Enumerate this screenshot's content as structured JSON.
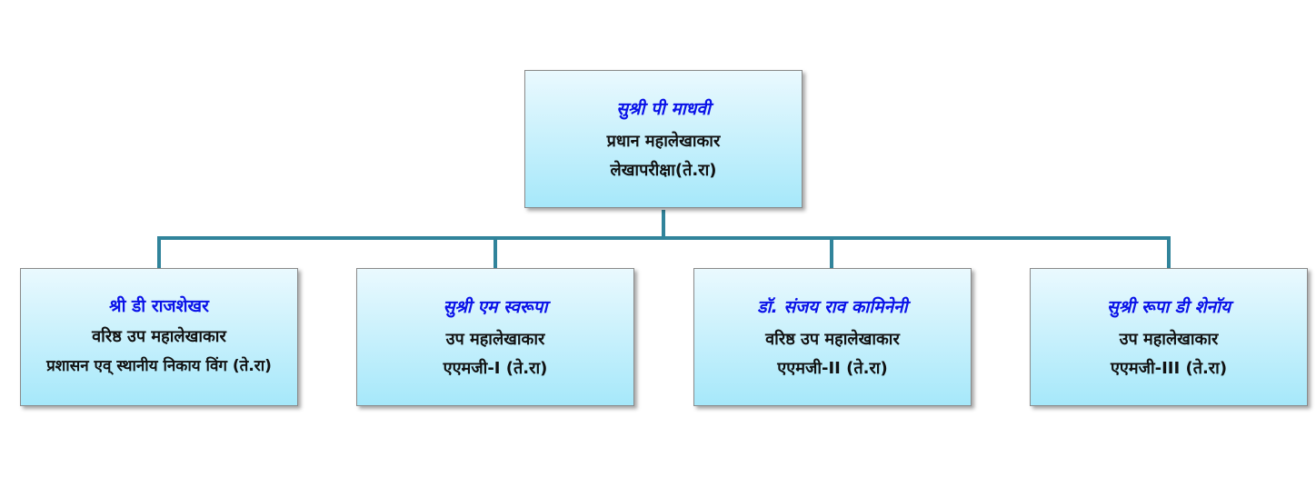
{
  "colors": {
    "connector": "#31849b",
    "name_text": "#0a12e8"
  },
  "root": {
    "name": "सुश्री पी माधवी",
    "lines": [
      "प्रधान  महालेखाकार",
      "लेखापरीक्षा(ते.रा)"
    ]
  },
  "children": [
    {
      "name": "श्री डी राजशेखर",
      "lines": [
        "वरिष्ठ उप महालेखाकार",
        "प्रशासन  एव्  स्थानीय  निकाय विंग (ते.रा)"
      ]
    },
    {
      "name": "सुश्री एम स्वरूपा",
      "lines": [
        "उप  महालेखाकार",
        "एएमजी-I (ते.रा)"
      ]
    },
    {
      "name": "डॉ. संजय राव कामिनेनी",
      "lines": [
        "वरिष्ठ उप महालेखाकार",
        "एएमजी-II (ते.रा)"
      ]
    },
    {
      "name": "सुश्री रूपा डी शेनॉय",
      "lines": [
        "उप महालेखाकार",
        "एएमजी-III (ते.रा)"
      ]
    }
  ]
}
